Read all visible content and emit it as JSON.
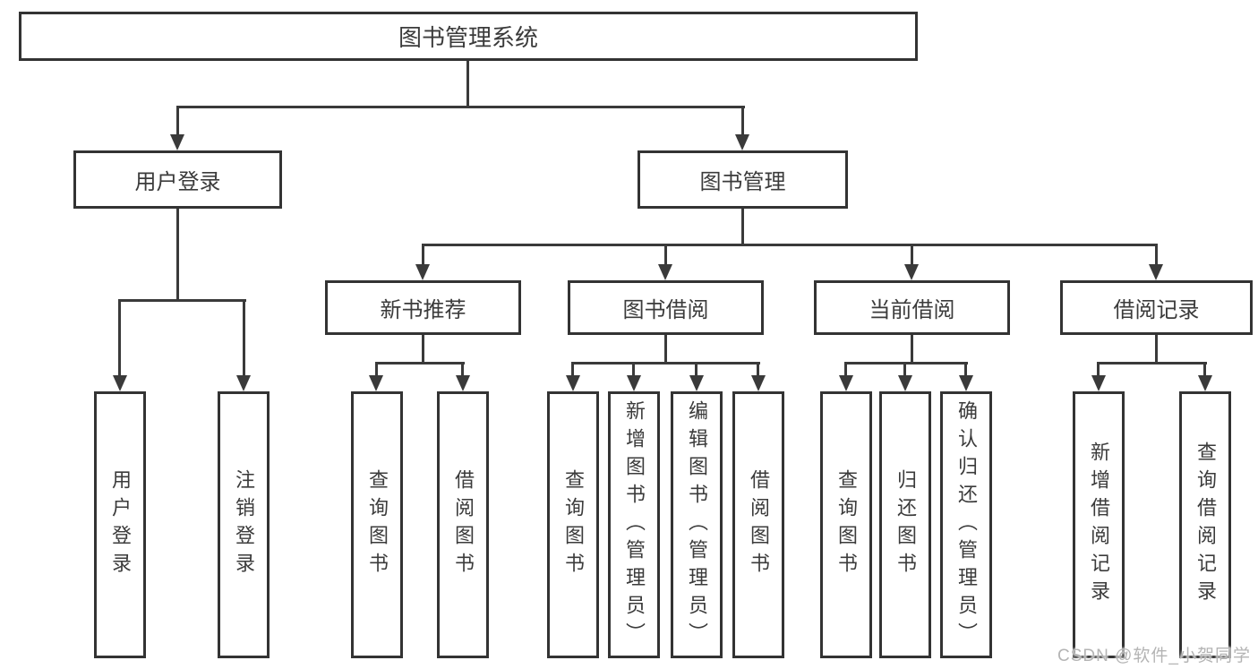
{
  "nodes": {
    "root": {
      "label": "图书管理系统"
    },
    "userLogin": {
      "label": "用户登录"
    },
    "bookMgmt": {
      "label": "图书管理"
    },
    "newBooks": {
      "label": "新书推荐"
    },
    "bookBorrow": {
      "label": "图书借阅"
    },
    "currentBorrow": {
      "label": "当前借阅"
    },
    "borrowRecords": {
      "label": "借阅记录"
    },
    "leafUserLogin": {
      "label": "用户登录"
    },
    "leafLogout": {
      "label": "注销登录"
    },
    "leafNbQuery": {
      "label": "查询图书"
    },
    "leafNbBorrow": {
      "label": "借阅图书"
    },
    "leafBbQuery": {
      "label": "查询图书"
    },
    "leafBbAdd": {
      "label": "新增图书（管理员）"
    },
    "leafBbEdit": {
      "label": "编辑图书（管理员）"
    },
    "leafBbBorrow": {
      "label": "借阅图书"
    },
    "leafCbQuery": {
      "label": "查询图书"
    },
    "leafCbReturn": {
      "label": "归还图书"
    },
    "leafCbConfirm": {
      "label": "确认归还（管理员）"
    },
    "leafBrAdd": {
      "label": "新增借阅记录"
    },
    "leafBrQuery": {
      "label": "查询借阅记录"
    }
  },
  "hierarchy": {
    "root": "图书管理系统",
    "children": {
      "用户登录": [
        "用户登录",
        "注销登录"
      ],
      "图书管理": {
        "新书推荐": [
          "查询图书",
          "借阅图书"
        ],
        "图书借阅": [
          "查询图书",
          "新增图书（管理员）",
          "编辑图书（管理员）",
          "借阅图书"
        ],
        "当前借阅": [
          "查询图书",
          "归还图书",
          "确认归还（管理员）"
        ],
        "借阅记录": [
          "新增借阅记录",
          "查询借阅记录"
        ]
      }
    }
  },
  "colors": {
    "line": "#3a3a3a",
    "border": "#333333",
    "text": "#3b3b3b",
    "watermark": "#b4b4b4"
  },
  "watermark": "CSDN @软件_小贺同学"
}
